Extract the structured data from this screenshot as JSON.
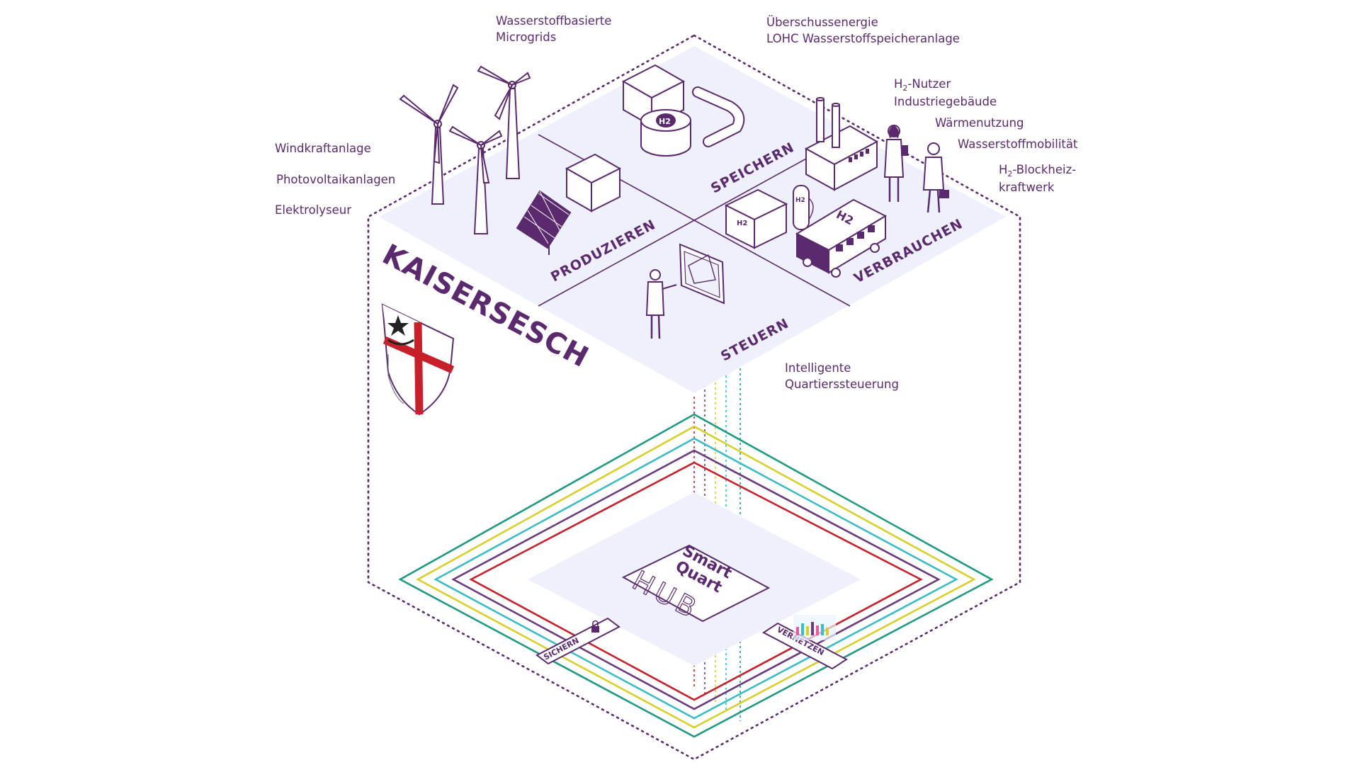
{
  "town": {
    "name": "KAISERSESCH"
  },
  "quadrants": {
    "produzieren": "PRODUZIEREN",
    "speichern": "SPEICHERN",
    "verbrauchen": "VERBRAUCHEN",
    "steuern": "STEUERN"
  },
  "labels": {
    "windkraft": "Windkraftanlage",
    "photovoltaik": "Photovoltaikanlagen",
    "elektrolyseur": "Elektrolyseur",
    "microgrids_1": "Wasserstoffbasierte",
    "microgrids_2": "Microgrids",
    "ueberschuss_1": "Überschussenergie",
    "ueberschuss_2": "LOHC Wasserstoffspeicheranlage",
    "nutzer_h": "H",
    "nutzer_sub": "2",
    "nutzer_rest": "-Nutzer",
    "industrie": "Industriegebäude",
    "waerme": "Wärmenutzung",
    "mobilitaet": "Wasserstoffmobilität",
    "bhkw_h": "H",
    "bhkw_sub": "2",
    "bhkw_rest": "-Blockheiz-",
    "bhkw_2": "kraftwerk",
    "steuerung_1": "Intelligente",
    "steuerung_2": "Quartierssteuerung"
  },
  "hub": {
    "line1": "Smart",
    "line2": "Quart",
    "line3": "HUB"
  },
  "gates": {
    "sichern": "SICHERN",
    "vernetzen": "VERNETZEN"
  },
  "icons": {
    "h2_symbol": "H2",
    "lock": "lock-icon",
    "data_bars": "data-bars-icon",
    "coat_of_arms": "coat-of-arms-icon"
  },
  "colors": {
    "brand_purple": "#5b2a6e",
    "platform_fill": "#eef0fb",
    "line_green": "#1e9a83",
    "line_yellow": "#d9cf2b",
    "line_cyan": "#3bbcc6",
    "line_purple": "#6b3a7d",
    "line_red": "#c8202b"
  }
}
